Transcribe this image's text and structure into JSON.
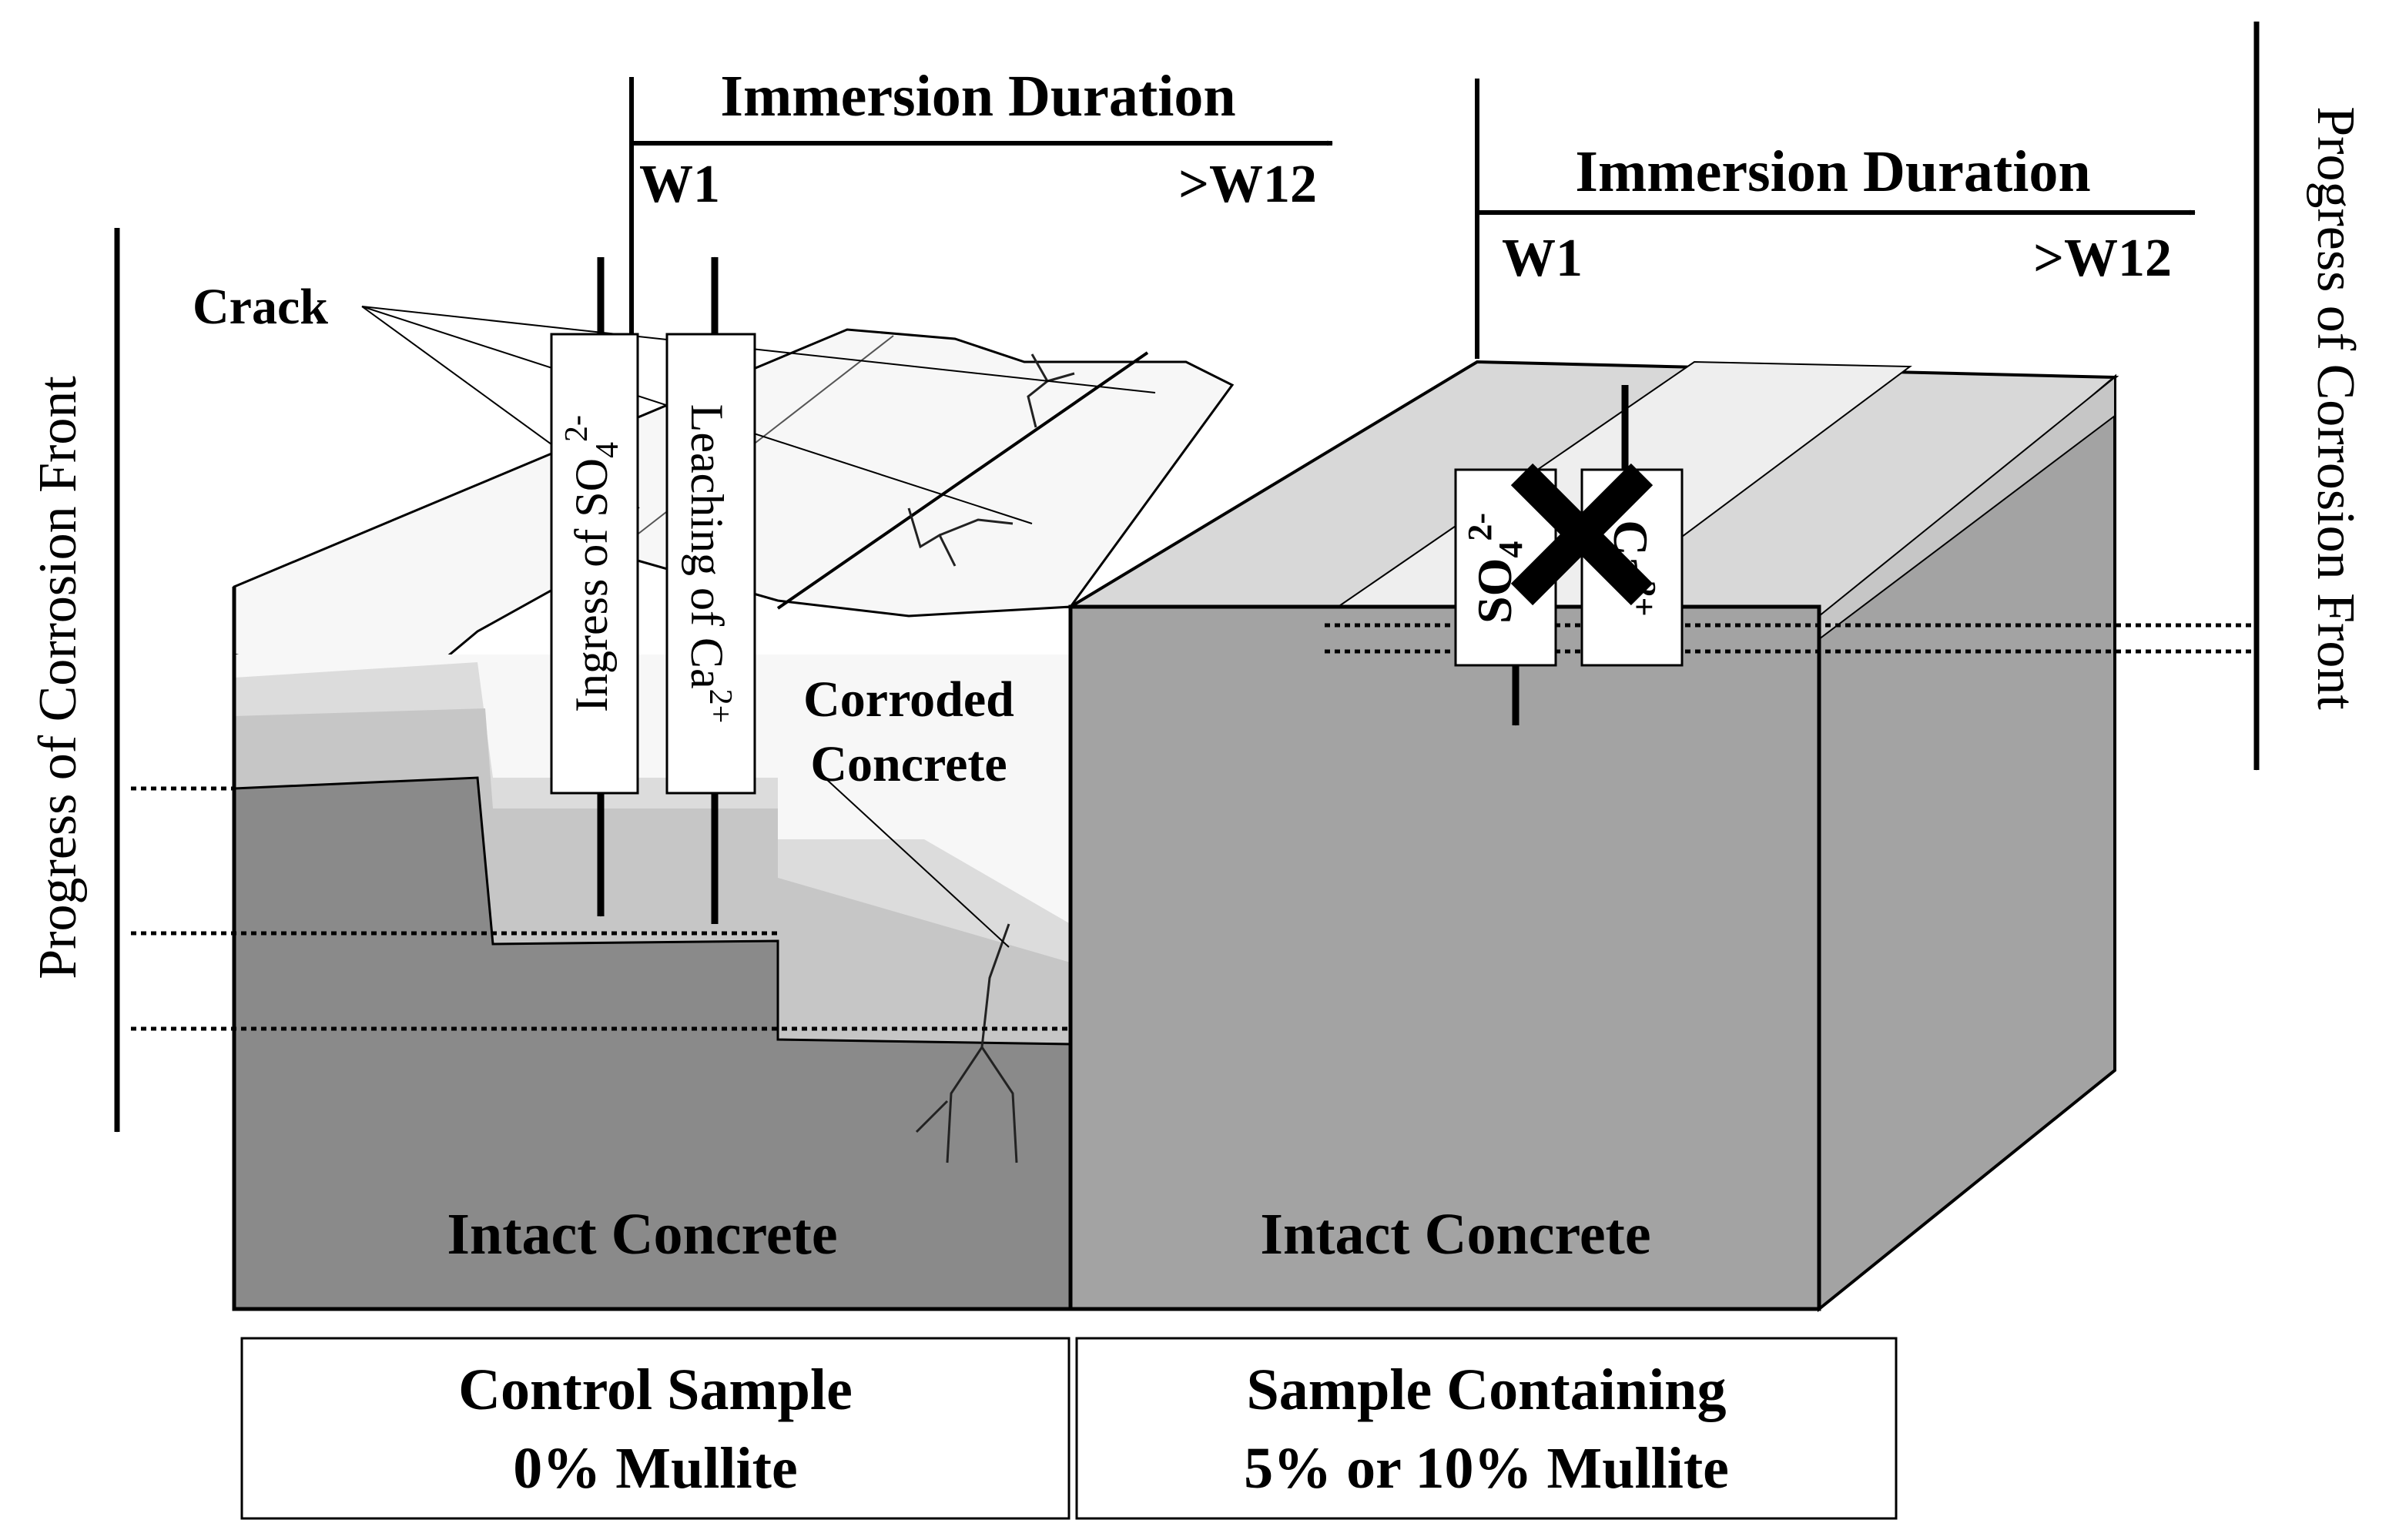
{
  "left_sample": {
    "timeline": {
      "title": "Immersion Duration",
      "start": "W1",
      "end": ">W12"
    },
    "side_label": "Progress of Corrosion Front",
    "crack_label": "Crack",
    "ingress_label": {
      "text": "Ingress of SO",
      "sub": "4",
      "sup": "2-"
    },
    "leaching_label": {
      "text": "Leaching of Ca",
      "sup": "2+"
    },
    "corroded_label": {
      "line1": "Corroded",
      "line2": "Concrete"
    },
    "intact_label": "Intact Concrete",
    "caption": {
      "line1": "Control Sample",
      "line2": "0% Mullite"
    }
  },
  "right_sample": {
    "timeline": {
      "title": "Immersion Duration",
      "start": "W1",
      "end": ">W12"
    },
    "side_label": "Progress of Corrosion Front",
    "so4_label": {
      "text": "SO",
      "sub": "4",
      "sup": "2-"
    },
    "ca_label": {
      "text": "Ca",
      "sup": "2+"
    },
    "intact_label": "Intact Concrete",
    "caption": {
      "line1": "Sample Containing",
      "line2": "5% or 10% Mullite"
    }
  },
  "colors": {
    "intact_dark": "#8a8a8a",
    "intact_medium": "#a3a3a3",
    "corroded_light": "#f7f7f7",
    "stroke": "#000000"
  }
}
